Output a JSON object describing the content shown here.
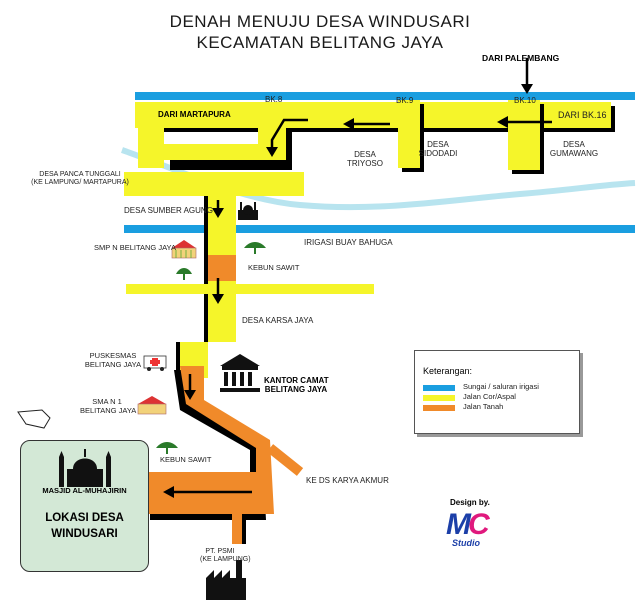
{
  "title": {
    "line1": "DENAH MENUJU DESA WINDUSARI",
    "line2": "KECAMATAN BELITANG JAYA"
  },
  "labels": {
    "dari_palembang": "DARI PALEMBANG",
    "bk8": "BK.8",
    "bk9": "BK.9",
    "bk10": "BK.10",
    "dari_martapura": "DARI MARTAPURA",
    "dari_bk16": "DARI BK.16",
    "desa_triyoso": [
      "DESA",
      "TRIYOSO"
    ],
    "desa_sidodadi": [
      "DESA",
      "SIDODADI"
    ],
    "desa_gumawang": [
      "DESA",
      "GUMAWANG"
    ],
    "desa_panca_tunggali": [
      "DESA PANCA TUNGGALI",
      "(KE LAMPUNG/ MARTAPURA)"
    ],
    "desa_sumber_agung": "DESA SUMBER AGUNG",
    "smpn": "SMP N BELITANG JAYA",
    "irigasi": "IRIGASI BUAY BAHUGA",
    "kebun_sawit_1": "KEBUN SAWIT",
    "desa_karsa_jaya": "DESA KARSA JAYA",
    "puskesmas": [
      "PUSKESMAS",
      "BELITANG JAYA"
    ],
    "kantor_camat": [
      "KANTOR CAMAT",
      "BELITANG JAYA"
    ],
    "sman": [
      "SMA N 1",
      "BELITANG JAYA"
    ],
    "kebun_sawit_2": "KEBUN SAWIT",
    "ke_ds_karya": "KE DS KARYA AKMUR",
    "masjid": "MASJID AL-MUHAJIRIN",
    "lokasi": [
      "LOKASI DESA",
      "WINDUSARI"
    ],
    "pt_psmi": [
      "PT. PSMI",
      "(KE LAMPUNG)"
    ]
  },
  "legend": {
    "heading": "Keterangan:",
    "items": [
      {
        "label": "Sungai / saluran irigasi",
        "color": "#1a9ee0"
      },
      {
        "label": "Jalan Cor/Aspal",
        "color": "#f5f52a"
      },
      {
        "label": "Jalan Tanah",
        "color": "#f08a2a"
      }
    ]
  },
  "credit": {
    "design_by": "Design by.",
    "logo": "MC",
    "studio": "Studio"
  },
  "colors": {
    "river": "#1a9ee0",
    "paved_road": "#f5f52a",
    "dirt_road": "#f08a2a",
    "location_box": "#d3e8d6",
    "logo_blue": "#1c3fa8",
    "logo_pink": "#e0197d"
  }
}
